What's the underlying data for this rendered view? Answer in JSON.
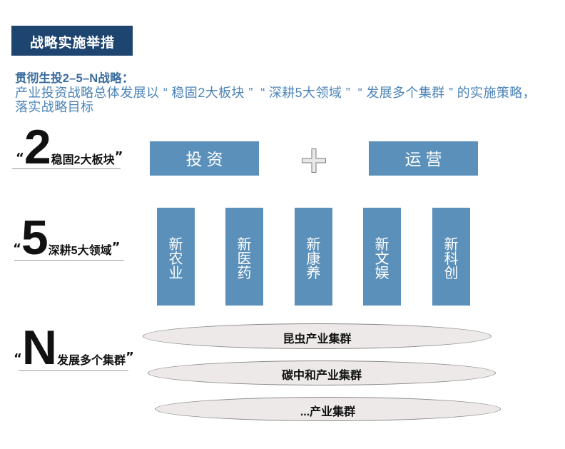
{
  "header": {
    "title": "战略实施举措"
  },
  "intro": {
    "heading": "贯彻生投2–5–N战略：",
    "line1_segments": [
      "产业投资战略总体发展以",
      "“",
      "稳固2大板块",
      "”",
      "“",
      "深耕5大领域",
      "”",
      "“",
      "发展多个集群",
      "”",
      "的实施策略，"
    ],
    "line2": "落实战略目标"
  },
  "quotes": {
    "open": "“",
    "close": "”"
  },
  "rows": {
    "stabilize": {
      "number": "2",
      "label": "稳固2大板块",
      "boxes": [
        {
          "label": "投资"
        },
        {
          "label": "运营"
        }
      ],
      "connector": "plus"
    },
    "cultivate": {
      "number": "5",
      "label": "深耕5大领域",
      "bars": [
        "新农业",
        "新医药",
        "新康养",
        "新文娱",
        "新科创"
      ]
    },
    "clusters": {
      "number": "N",
      "label": "发展多个集群",
      "ellipses": [
        "昆虫产业集群",
        "碳中和产业集群",
        "...产业集群"
      ]
    }
  },
  "colors": {
    "title_box_bg": "#1e4470",
    "heading_text": "#3a6b9e",
    "body_text": "#4c84b9",
    "steel_blue": "#5b90ba",
    "ellipse_fill": "#ece9e8",
    "ellipse_border": "#8a8a8a",
    "black_text": "#111111"
  }
}
